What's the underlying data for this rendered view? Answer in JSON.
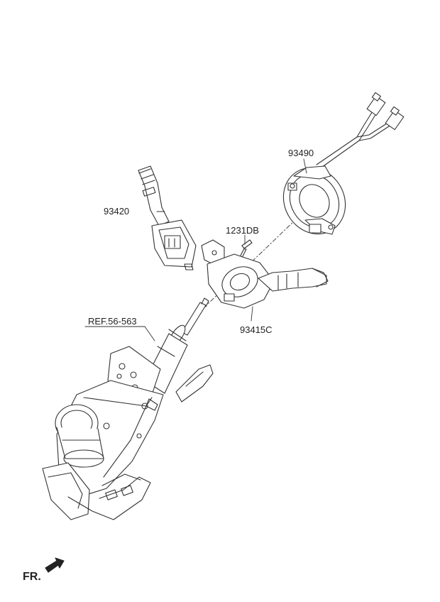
{
  "labels": {
    "clock_spring": "93490",
    "multifunction_switch": "93420",
    "screw": "1231DB",
    "switch_body": "93415C",
    "reference": "REF.56-563"
  },
  "direction": {
    "text": "FR."
  }
}
